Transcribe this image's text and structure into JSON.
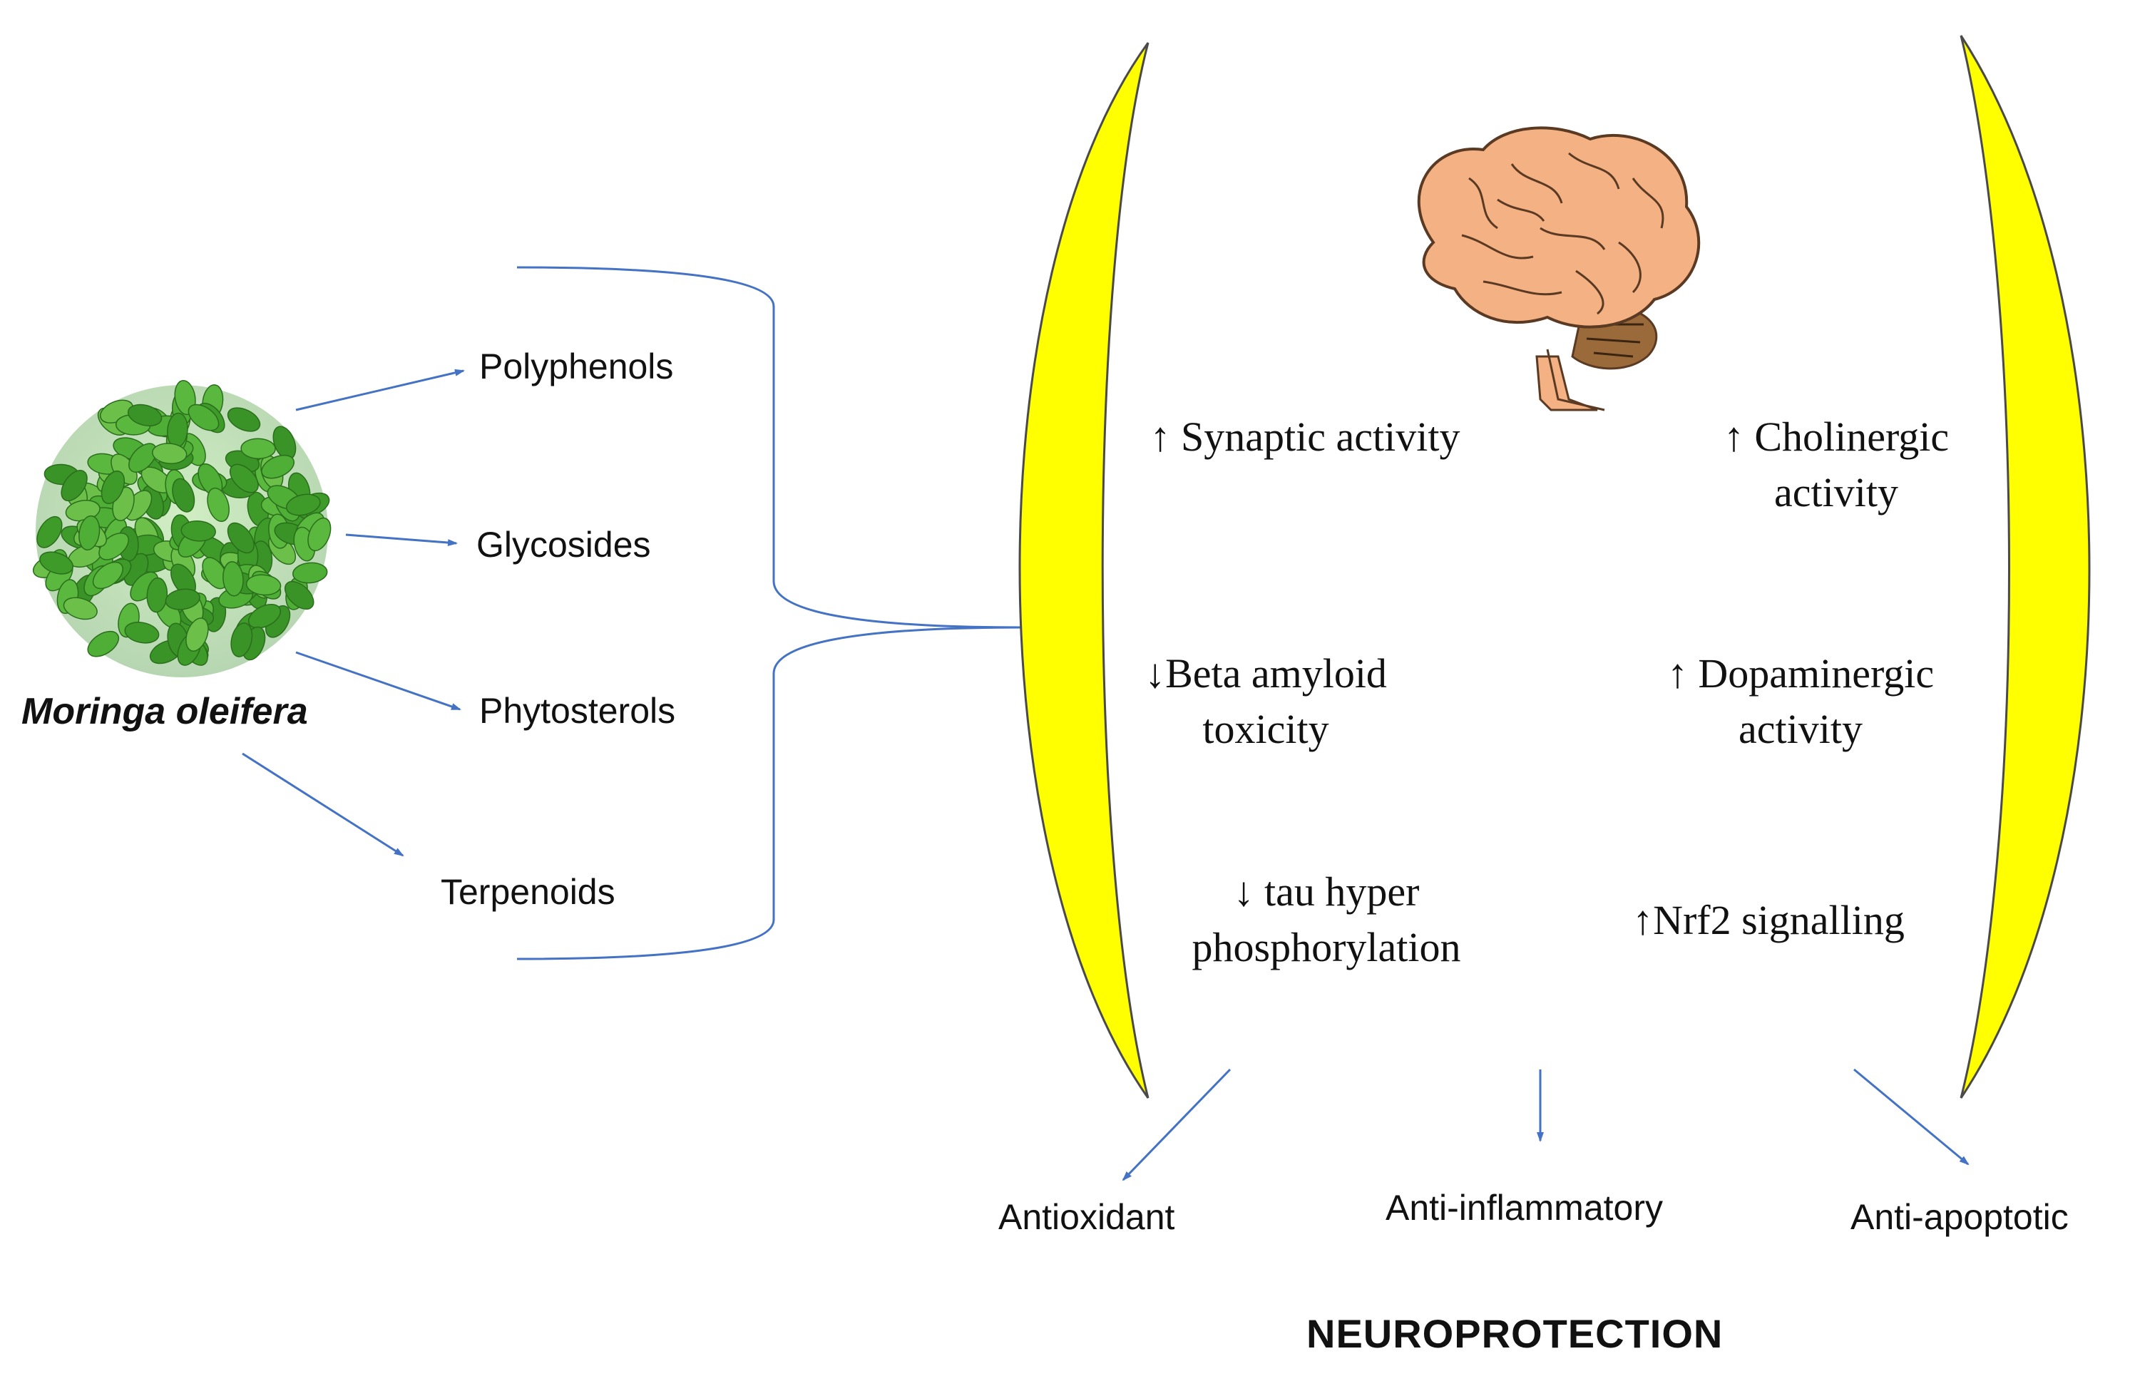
{
  "source": {
    "name": "Moringa oleifera"
  },
  "compounds": [
    {
      "label": "Polyphenols"
    },
    {
      "label": "Glycosides"
    },
    {
      "label": "Phytosterols"
    },
    {
      "label": "Terpenoids"
    }
  ],
  "effects": [
    {
      "line1": "↑ Synaptic activity",
      "line2": ""
    },
    {
      "line1": "↑ Cholinergic",
      "line2": "activity"
    },
    {
      "line1": "↓Beta amyloid",
      "line2": "toxicity"
    },
    {
      "line1": "↑ Dopaminergic",
      "line2": "activity"
    },
    {
      "line1": "↓ tau hyper",
      "line2": "phosphorylation"
    },
    {
      "line1": "↑Nrf2 signalling",
      "line2": ""
    }
  ],
  "outcomes": [
    {
      "label": "Antioxidant"
    },
    {
      "label": "Anti-inflammatory"
    },
    {
      "label": "Anti-apoptotic"
    }
  ],
  "title": "NEUROPROTECTION",
  "colors": {
    "arrow": "#4472c4",
    "crescent_fill": "#ffff00",
    "crescent_stroke": "#4a4a4a",
    "leaf": "#3e9b2a",
    "leaf_light": "#6cc04a",
    "brain": "#f4b183",
    "brain_dark": "#5a3a22"
  },
  "icons": {
    "plant": "moringa-leaves-icon",
    "brain": "brain-icon"
  }
}
